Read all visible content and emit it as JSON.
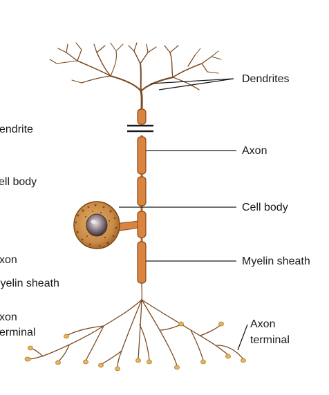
{
  "labels": {
    "dendrites_right": "Dendrites",
    "axon_right": "Axon",
    "cell_body_right": "Cell body",
    "myelin_sheath_right": "Myelin sheath",
    "axon_terminal_right_line1": "Axon",
    "axon_terminal_right_line2": "terminal",
    "dendrite_left": "endrite",
    "cell_body_left": "ell body",
    "axon_left": "xon",
    "myelin_sheath_left": "lyelin sheath",
    "axon_terminal_left_line1": "xon",
    "axon_terminal_left_line2": "erminal"
  },
  "colors": {
    "myelin": "#d9843f",
    "dendrite": "#7a4a22",
    "cell_body": "#c98a45",
    "nucleus": "#8f7f86",
    "terminal_bulb": "#e6b45c"
  }
}
